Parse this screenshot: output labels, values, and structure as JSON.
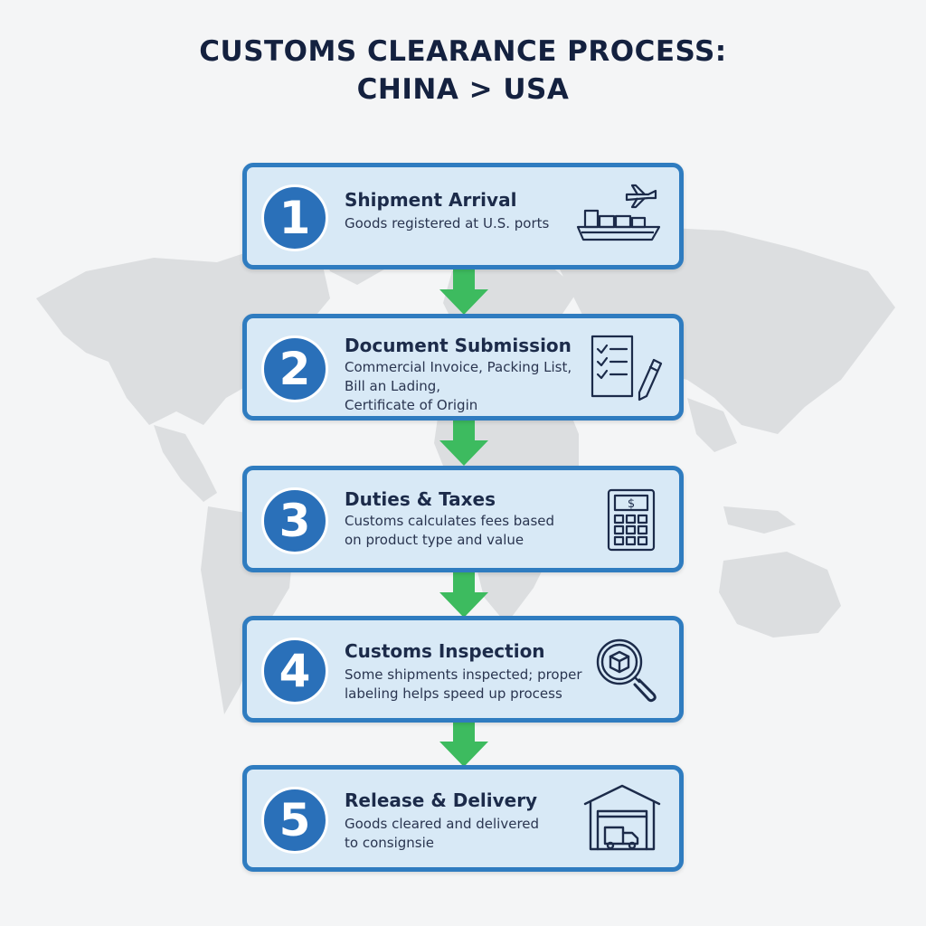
{
  "title": {
    "line1": "CUSTOMS CLEARANCE PROCESS:",
    "line2": "CHINA > USA"
  },
  "steps": [
    {
      "number": "1",
      "title": "Shipment Arrival",
      "desc": [
        "Goods registered at U.S. ports"
      ],
      "icon": "cargo-ship-airplane-icon"
    },
    {
      "number": "2",
      "title": "Document Submission",
      "desc": [
        "Commercial Invoice, Packing List,",
        "Bill an Lading,",
        "Certificate of Origin"
      ],
      "icon": "document-checklist-pencil-icon"
    },
    {
      "number": "3",
      "title": "Duties & Taxes",
      "desc": [
        "Customs calculates fees based",
        "on product type and value"
      ],
      "icon": "calculator-icon",
      "icon_text": "$"
    },
    {
      "number": "4",
      "title": "Customs Inspection",
      "desc": [
        "Some shipments inspected; proper",
        "labeling helps speed up process"
      ],
      "icon": "magnifier-box-icon"
    },
    {
      "number": "5",
      "title": "Release & Delivery",
      "desc": [
        "Goods cleared and delivered",
        "to consignsie"
      ],
      "icon": "warehouse-truck-icon"
    }
  ],
  "colors": {
    "box_fill": "#d8e9f6",
    "box_border": "#2f7cc0",
    "number_circle": "#2a70b9",
    "arrow": "#3dbb5f",
    "title_text": "#14213f",
    "map": "#dcdee0"
  }
}
